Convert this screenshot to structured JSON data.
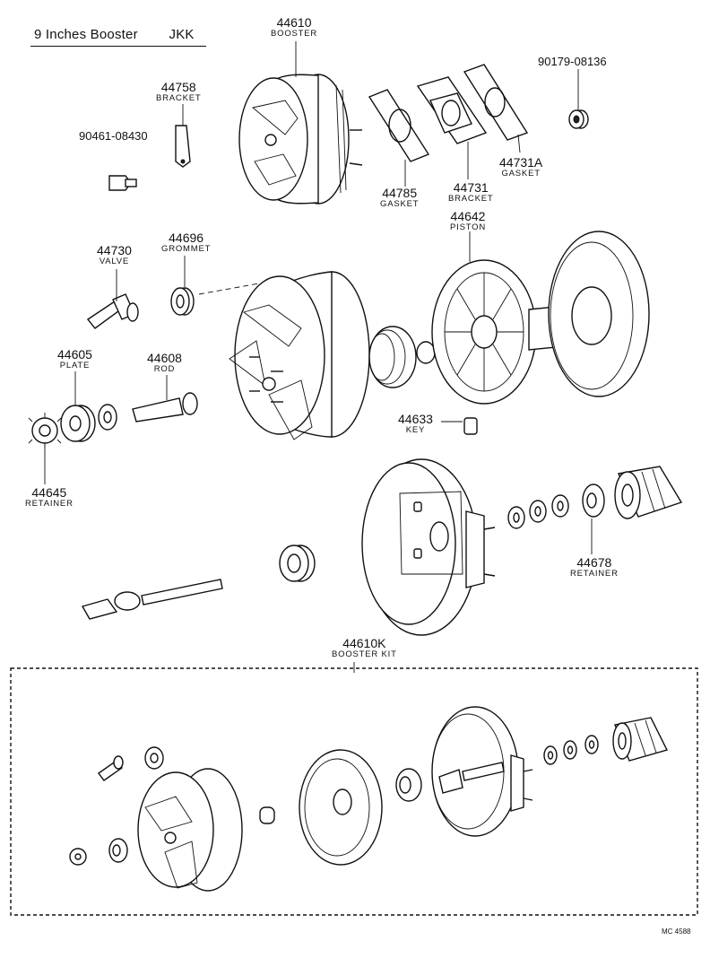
{
  "diagram": {
    "title": "9 Inches Booster",
    "code": "JKK",
    "drawing_id": "MC 4588"
  },
  "parts": [
    {
      "key": "booster",
      "number": "44610",
      "name": "BOOSTER"
    },
    {
      "key": "bracket_top",
      "number": "44758",
      "name": "BRACKET"
    },
    {
      "key": "bolt",
      "number": "90461-08430",
      "name": ""
    },
    {
      "key": "nut",
      "number": "90179-08136",
      "name": ""
    },
    {
      "key": "gasket_a",
      "number": "44731A",
      "name": "GASKET"
    },
    {
      "key": "gasket_785",
      "number": "44785",
      "name": "GASKET"
    },
    {
      "key": "bracket_731",
      "number": "44731",
      "name": "BRACKET"
    },
    {
      "key": "valve",
      "number": "44730",
      "name": "VALVE"
    },
    {
      "key": "grommet",
      "number": "44696",
      "name": "GROMMET"
    },
    {
      "key": "piston",
      "number": "44642",
      "name": "PISTON"
    },
    {
      "key": "plate",
      "number": "44605",
      "name": "PLATE"
    },
    {
      "key": "rod",
      "number": "44608",
      "name": "ROD"
    },
    {
      "key": "key",
      "number": "44633",
      "name": "KEY"
    },
    {
      "key": "retainer_645",
      "number": "44645",
      "name": "RETAINER"
    },
    {
      "key": "retainer_678",
      "number": "44678",
      "name": "RETAINER"
    },
    {
      "key": "kit",
      "number": "44610K",
      "name": "BOOSTER KIT"
    }
  ]
}
